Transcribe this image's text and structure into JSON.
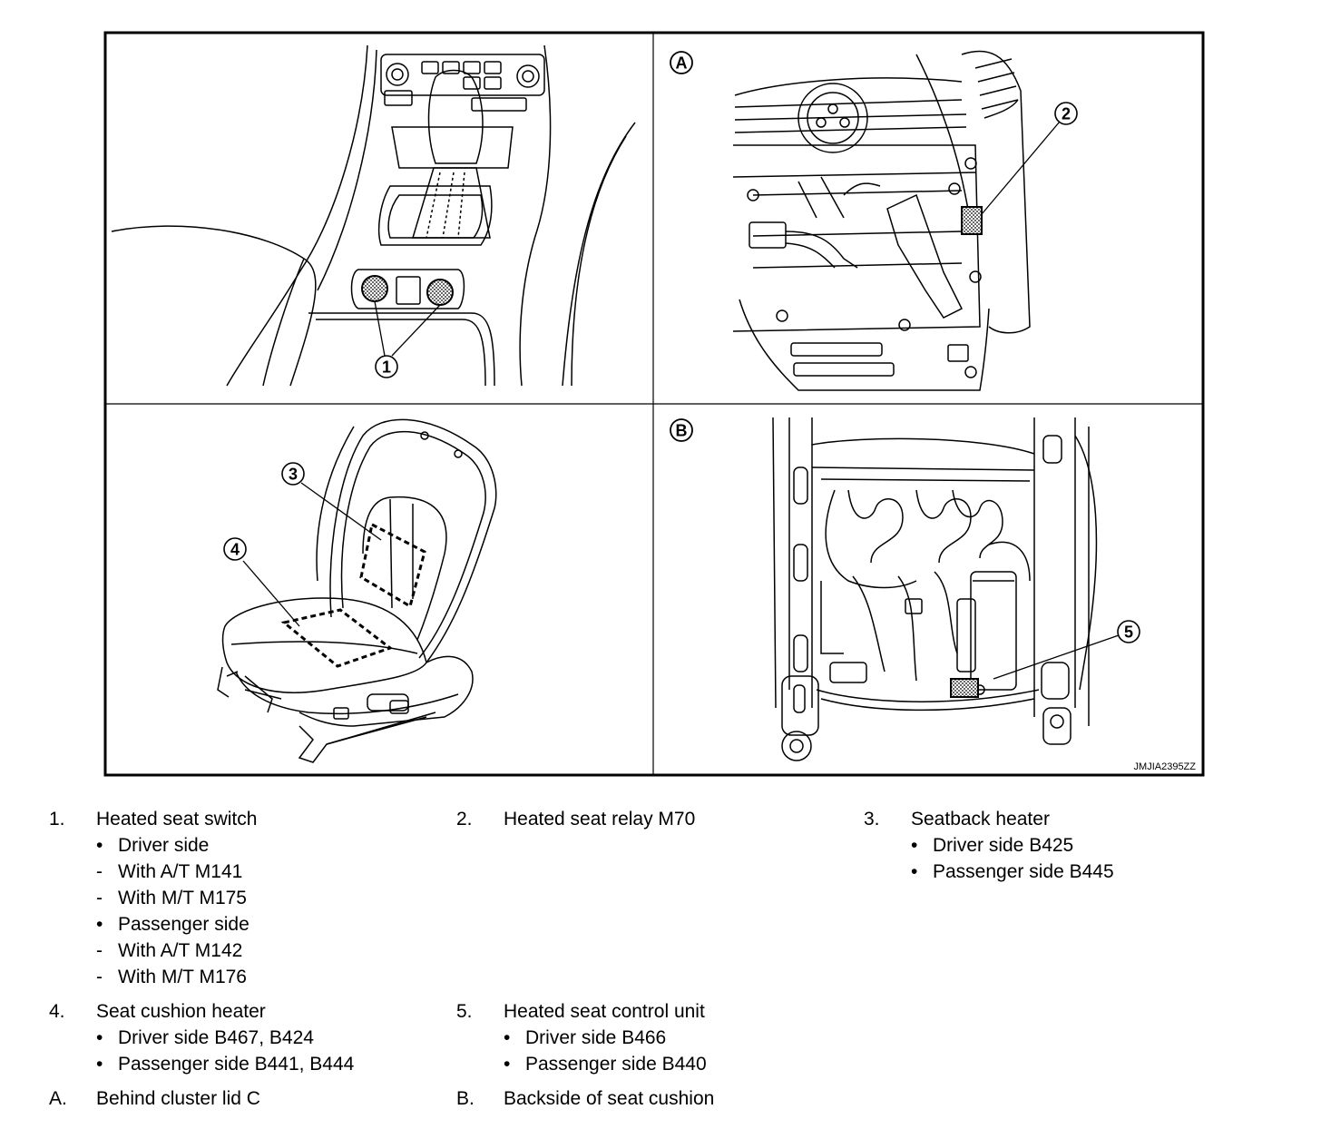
{
  "figure_code": "JMJIA2395ZZ",
  "panel_labels": {
    "a": "A",
    "b": "B"
  },
  "callouts": {
    "c1": "1",
    "c2": "2",
    "c3": "3",
    "c4": "4",
    "c5": "5"
  },
  "legend": [
    {
      "num": "1.",
      "title": "Heated seat switch",
      "items": [
        {
          "mark": "•",
          "text": "Driver side"
        },
        {
          "mark": "-",
          "text": "With A/T M141"
        },
        {
          "mark": "-",
          "text": "With M/T M175"
        },
        {
          "mark": "•",
          "text": "Passenger side"
        },
        {
          "mark": "-",
          "text": "With A/T M142"
        },
        {
          "mark": "-",
          "text": "With M/T M176"
        }
      ]
    },
    {
      "num": "2.",
      "title": "Heated seat relay M70",
      "items": []
    },
    {
      "num": "3.",
      "title": "Seatback heater",
      "items": [
        {
          "mark": "•",
          "text": "Driver side B425"
        },
        {
          "mark": "•",
          "text": "Passenger side B445"
        }
      ]
    },
    {
      "num": "4.",
      "title": "Seat cushion heater",
      "items": [
        {
          "mark": "•",
          "text": "Driver side B467, B424"
        },
        {
          "mark": "•",
          "text": "Passenger side B441, B444"
        }
      ]
    },
    {
      "num": "5.",
      "title": "Heated seat control unit",
      "items": [
        {
          "mark": "•",
          "text": "Driver side B466"
        },
        {
          "mark": "•",
          "text": "Passenger side B440"
        }
      ]
    },
    {
      "num": "A.",
      "title": "Behind cluster lid C",
      "items": []
    },
    {
      "num": "B.",
      "title": "Backside of seat cushion",
      "items": []
    }
  ]
}
